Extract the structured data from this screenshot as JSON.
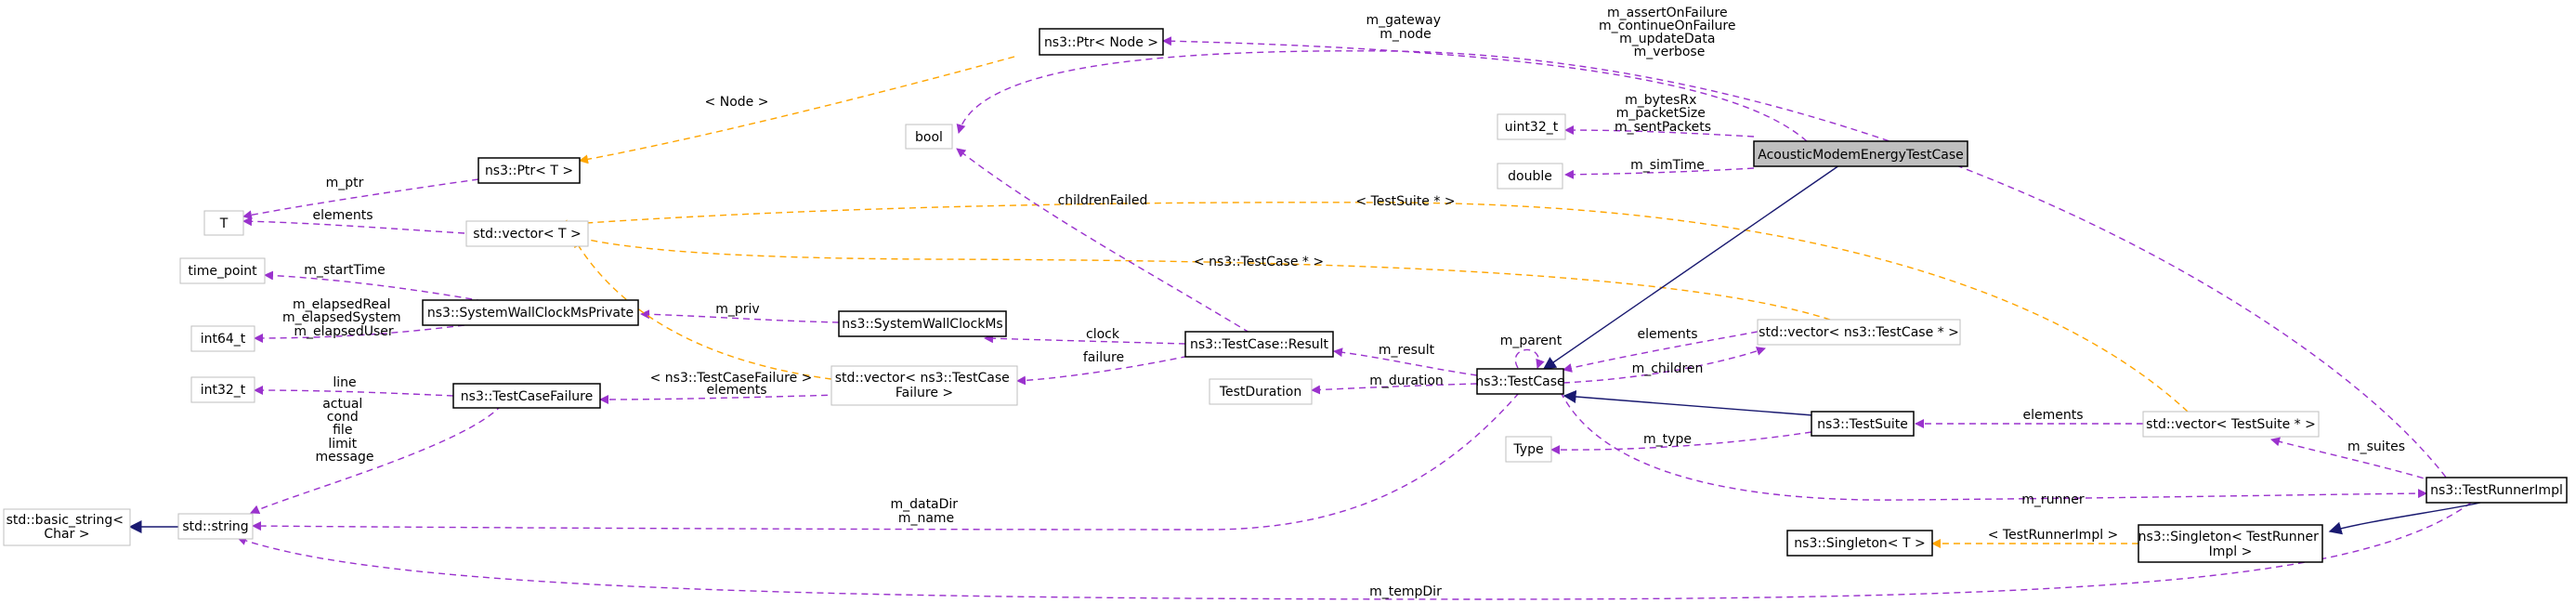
{
  "colors": {
    "usage_edge": "#9a32cd",
    "template_edge": "#ffa500",
    "inheritance_edge": "#191970",
    "focus_fill": "#bfbfbf",
    "external_border": "#bfbfbf"
  },
  "nodes": {
    "ptr_node": {
      "line1": "ns3::Ptr< Node >",
      "line2": ""
    },
    "bool": {
      "line1": "bool",
      "line2": ""
    },
    "uint32_t": {
      "line1": "uint32_t",
      "line2": ""
    },
    "double": {
      "line1": "double",
      "line2": ""
    },
    "acoustic": {
      "line1": "AcousticModemEnergyTestCase",
      "line2": ""
    },
    "ptr_t": {
      "line1": "ns3::Ptr< T >",
      "line2": ""
    },
    "T": {
      "line1": "T",
      "line2": ""
    },
    "vector_t": {
      "line1": "std::vector< T >",
      "line2": ""
    },
    "time_point": {
      "line1": "time_point",
      "line2": ""
    },
    "wallclockpriv": {
      "line1": "ns3::SystemWallClockMsPrivate",
      "line2": ""
    },
    "wallclock": {
      "line1": "ns3::SystemWallClockMs",
      "line2": ""
    },
    "int64_t": {
      "line1": "int64_t",
      "line2": ""
    },
    "result": {
      "line1": "ns3::TestCase::Result",
      "line2": ""
    },
    "vector_testcase": {
      "line1": "std::vector< ns3::TestCase * >",
      "line2": ""
    },
    "int32_t": {
      "line1": "int32_t",
      "line2": ""
    },
    "testcasefailure": {
      "line1": "ns3::TestCaseFailure",
      "line2": ""
    },
    "vector_failure": {
      "line1": "std::vector< ns3::TestCase",
      "line2": "Failure >"
    },
    "testduration": {
      "line1": "TestDuration",
      "line2": ""
    },
    "testcase": {
      "line1": "ns3::TestCase",
      "line2": ""
    },
    "type": {
      "line1": "Type",
      "line2": ""
    },
    "testsuite": {
      "line1": "ns3::TestSuite",
      "line2": ""
    },
    "vector_suite": {
      "line1": "std::vector< TestSuite * >",
      "line2": ""
    },
    "basic_string": {
      "line1": "std::basic_string<",
      "line2": "Char >"
    },
    "string": {
      "line1": "std::string",
      "line2": ""
    },
    "runnerimpl": {
      "line1": "ns3::TestRunnerImpl",
      "line2": ""
    },
    "singleton_t": {
      "line1": "ns3::Singleton< T >",
      "line2": ""
    },
    "singleton_runner": {
      "line1": "ns3::Singleton< TestRunner",
      "line2": "Impl >"
    }
  },
  "edges": {
    "gateway_node": [
      "m_gateway",
      "m_node"
    ],
    "asserts": [
      "m_assertOnFailure",
      "m_continueOnFailure",
      "m_updateData",
      "m_verbose"
    ],
    "bytes": [
      "m_bytesRx",
      "m_packetSize",
      "m_sentPackets"
    ],
    "simtime": [
      "m_simTime"
    ],
    "node_tmpl": [
      "< Node >"
    ],
    "m_ptr": [
      "m_ptr"
    ],
    "elements_t": [
      "elements"
    ],
    "suite_ptr_tmpl": [
      "< TestSuite * >"
    ],
    "case_ptr_tmpl": [
      "< ns3::TestCase * >"
    ],
    "children_failed": [
      "childrenFailed"
    ],
    "start_time": [
      "m_startTime"
    ],
    "elapsed": [
      "m_elapsedReal",
      "m_elapsedSystem",
      "m_elapsedUser"
    ],
    "m_priv": [
      "m_priv"
    ],
    "failure_tmpl": [
      "< ns3::TestCaseFailure >"
    ],
    "clock": [
      "clock"
    ],
    "failure": [
      "failure"
    ],
    "m_result": [
      "m_result"
    ],
    "m_parent": [
      "m_parent"
    ],
    "elements_case": [
      "elements"
    ],
    "m_children": [
      "m_children"
    ],
    "line": [
      "line"
    ],
    "elements_failure": [
      "elements"
    ],
    "m_duration": [
      "m_duration"
    ],
    "failure_strings": [
      "actual",
      "cond",
      "file",
      "limit",
      "message"
    ],
    "m_type": [
      "m_type"
    ],
    "elements_suite": [
      "elements"
    ],
    "m_suites": [
      "m_suites"
    ],
    "m_runner": [
      "m_runner"
    ],
    "datadir": [
      "m_dataDir",
      "m_name"
    ],
    "runner_tmpl": [
      "< TestRunnerImpl >"
    ],
    "tempdir": [
      "m_tempDir"
    ]
  }
}
